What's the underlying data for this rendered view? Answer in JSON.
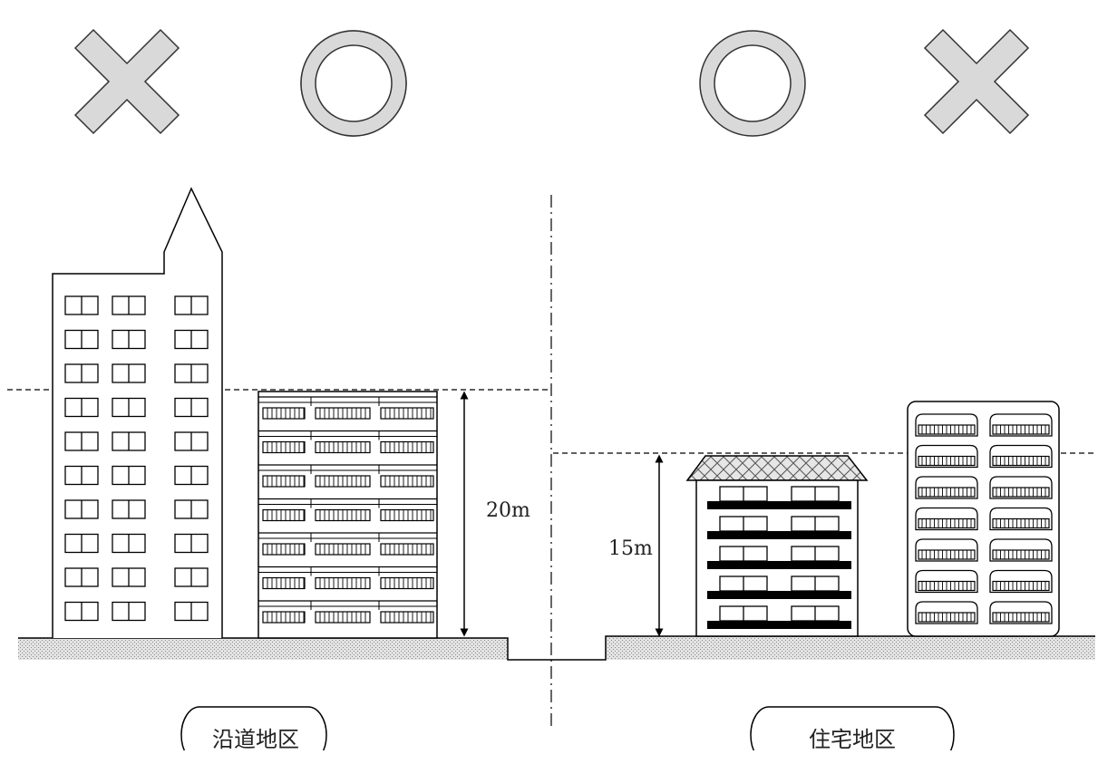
{
  "marks": {
    "left_bad": "cross-mark",
    "left_good": "circle-mark",
    "right_good": "circle-mark",
    "right_bad": "cross-mark",
    "mark_fill": "#d9d9d9"
  },
  "dimensions": {
    "roadside_height": "20m",
    "residential_height": "15m"
  },
  "districts": {
    "roadside": "沿道地区",
    "residential": "住宅地区"
  },
  "colors": {
    "ground": "#d4d4d4",
    "line": "#000000",
    "roof_hatch": "#bfbfbf"
  }
}
